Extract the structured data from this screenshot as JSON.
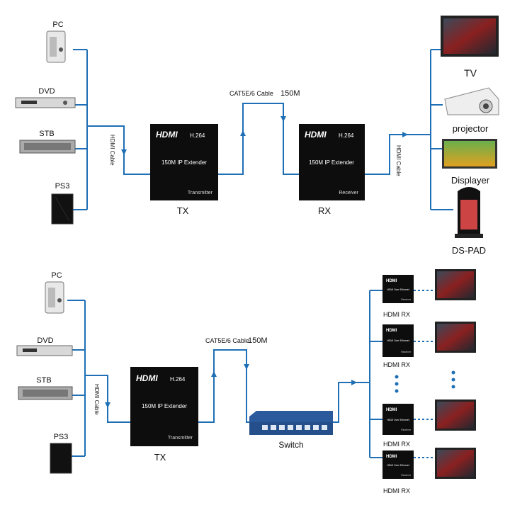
{
  "top": {
    "sources": [
      "PC",
      "DVD",
      "STB",
      "PS3"
    ],
    "hdmi_cable_label": "HDMI Cable",
    "tx": {
      "brand": "HDMI",
      "codec": "H.264",
      "title": "150M IP Extender",
      "sub": "Transmitter",
      "caption": "TX"
    },
    "cable_label": "CAT5E/6 Cable",
    "cable_speed": "150M",
    "rx": {
      "brand": "HDMI",
      "codec": "H.264",
      "title": "150M IP Extender",
      "sub": "Receiver",
      "caption": "RX"
    },
    "hdmi_cable_label_out": "HDMI Cable",
    "displays": [
      "TV",
      "projector",
      "Displayer",
      "DS-PAD"
    ]
  },
  "bottom": {
    "sources": [
      "PC",
      "DVD",
      "STB",
      "PS3"
    ],
    "hdmi_cable_label": "HDMI Cable",
    "tx": {
      "brand": "HDMI",
      "codec": "H.264",
      "title": "150M IP Extender",
      "sub": "Transmitter",
      "caption": "TX"
    },
    "cable_label": "CAT5E/6 Cable",
    "cable_speed": "150M",
    "switch_label": "Switch",
    "receivers": [
      "HDMI RX",
      "HDMI RX",
      "HDMI RX",
      "HDMI RX"
    ],
    "rx_brand": "HDMI",
    "rx_title": "HDMI Over Ethernet",
    "rx_sub": "Receiver"
  },
  "colors": {
    "line": "#1e6fb5",
    "device": "#0d0d0d",
    "switch": "#2a5a9c"
  }
}
